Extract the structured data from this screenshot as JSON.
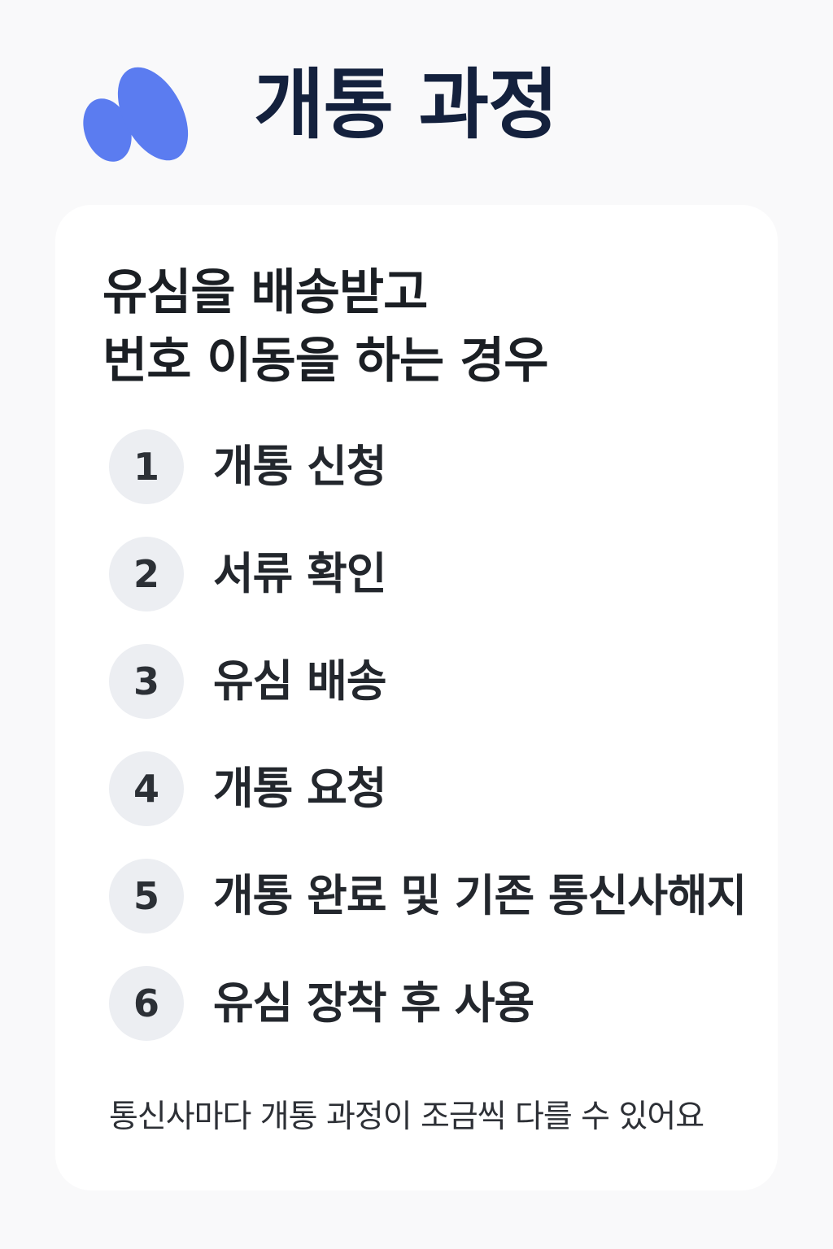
{
  "header": {
    "logo_icon": "brand-logo-icon",
    "accent_color": "#5b7cf0",
    "title": "개통 과정"
  },
  "card": {
    "heading_line1": "유심을 배송받고",
    "heading_line2": "번호 이동을 하는 경우",
    "steps": [
      {
        "number": "1",
        "label": "개통 신청"
      },
      {
        "number": "2",
        "label": "서류 확인"
      },
      {
        "number": "3",
        "label": "유심 배송"
      },
      {
        "number": "4",
        "label": "개통 요청"
      },
      {
        "number": "5",
        "label": "개통 완료 및 기존 통신사해지"
      },
      {
        "number": "6",
        "label": "유심 장착 후 사용"
      }
    ],
    "note": "통신사마다 개통 과정이 조금씩 다를 수 있어요"
  }
}
